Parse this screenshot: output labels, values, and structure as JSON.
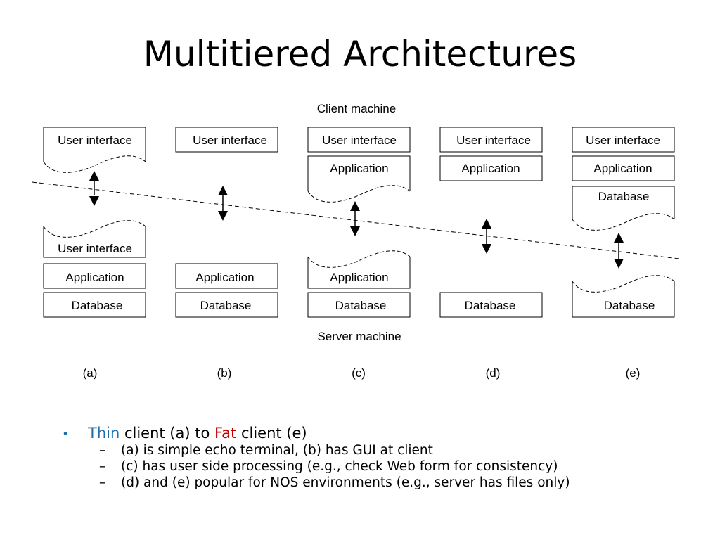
{
  "slide": {
    "title": "Multitiered Architectures"
  },
  "diagram": {
    "client_label": "Client machine",
    "server_label": "Server machine",
    "labels": {
      "user_interface": "User interface",
      "application": "Application",
      "database": "Database"
    },
    "configs": [
      "(a)",
      "(b)",
      "(c)",
      "(d)",
      "(e)"
    ]
  },
  "bullets": {
    "main": {
      "thin": "Thin",
      "part1": " client (a) to ",
      "fat": "Fat",
      "part2": " client (e)"
    },
    "subs": [
      "(a) is simple echo terminal, (b) has GUI at client",
      "(c) has user side processing (e.g., check Web form for consistency)",
      "(d) and (e) popular for NOS environments (e.g., server has files only)"
    ]
  },
  "colors": {
    "thin": "#1f6fa8",
    "fat": "#c00000"
  }
}
